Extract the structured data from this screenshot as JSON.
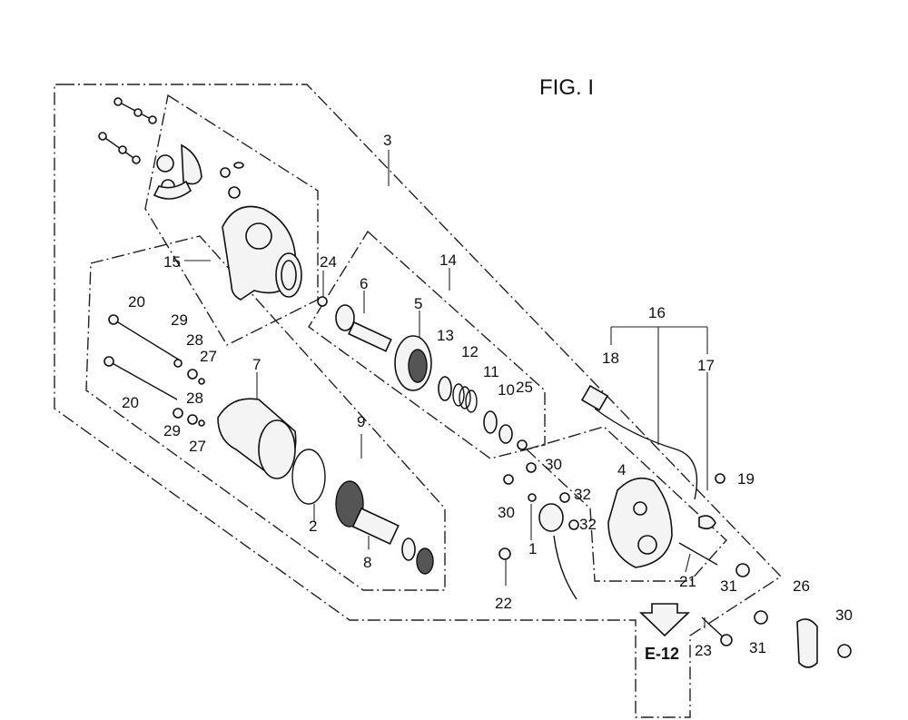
{
  "title": "FIG. I",
  "reference": "E-12",
  "labels": [
    "3",
    "15",
    "14",
    "24",
    "6",
    "5",
    "13",
    "12",
    "11",
    "10",
    "25",
    "20",
    "29",
    "28",
    "27",
    "28",
    "20",
    "29",
    "27",
    "7",
    "9",
    "2",
    "8",
    "16",
    "18",
    "17",
    "4",
    "19",
    "30",
    "30",
    "32",
    "32",
    "1",
    "22",
    "21",
    "31",
    "31",
    "23",
    "26",
    "30"
  ]
}
